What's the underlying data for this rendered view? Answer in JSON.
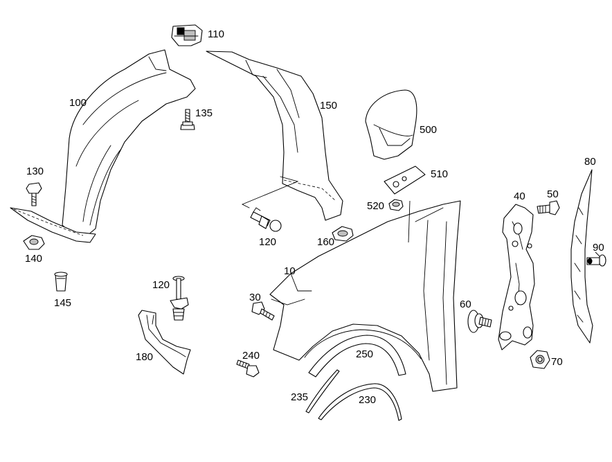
{
  "part_numbers": {
    "p10": "10",
    "p30": "30",
    "p40": "40",
    "p50": "50",
    "p60": "60",
    "p70": "70",
    "p80": "80",
    "p90": "90",
    "p100": "100",
    "p110": "110",
    "p120a": "120",
    "p120b": "120",
    "p130": "130",
    "p135": "135",
    "p140": "140",
    "p145": "145",
    "p150": "150",
    "p160": "160",
    "p180": "180",
    "p230": "230",
    "p235": "235",
    "p240": "240",
    "p250": "250",
    "p500": "500",
    "p510": "510",
    "p520": "520"
  },
  "colors": {
    "line": "#000000",
    "background": "#ffffff"
  }
}
